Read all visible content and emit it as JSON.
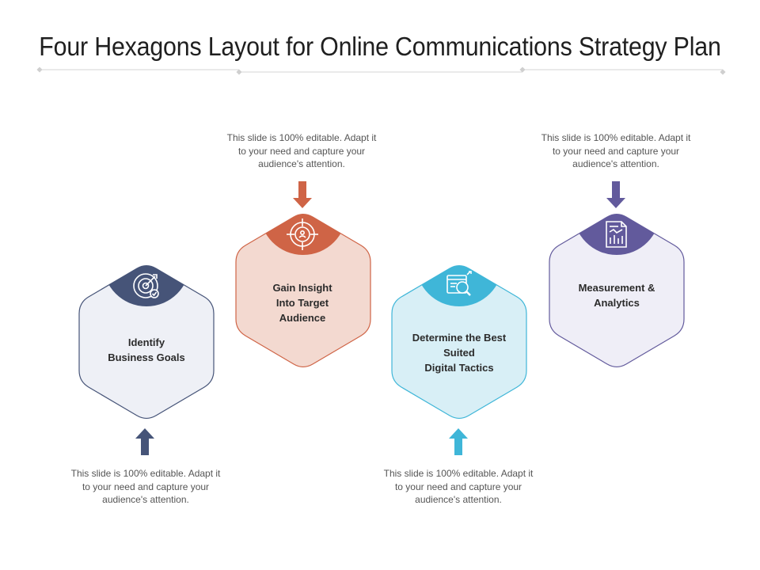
{
  "title": "Four Hexagons Layout for Online Communications Strategy Plan",
  "colors": {
    "navy": "#465478",
    "rust": "#cf6446",
    "cyan": "#3fb6d8",
    "purple": "#625a9c"
  },
  "steps": [
    {
      "label": "Identify Business Goals",
      "label_lines": [
        "Identify",
        "Business Goals"
      ],
      "icon": "target-arrow-check-icon",
      "description": "This slide is 100% editable. Adapt it to your need and capture your audience's attention."
    },
    {
      "label": "Gain Insight Into Target Audience",
      "label_lines": [
        "Gain Insight",
        "Into Target",
        "Audience"
      ],
      "icon": "crosshair-person-icon",
      "description": "This slide is 100% editable. Adapt it to your need and capture your audience's attention."
    },
    {
      "label": "Determine the Best Suited Digital Tactics",
      "label_lines": [
        "Determine the Best",
        "Suited",
        "Digital Tactics"
      ],
      "icon": "browser-magnifier-icon",
      "description": "This slide is 100% editable. Adapt it to your need and capture your audience's attention."
    },
    {
      "label": "Measurement & Analytics",
      "label_lines": [
        "Measurement &",
        "Analytics"
      ],
      "icon": "report-document-icon",
      "description": "This slide is 100% editable. Adapt it to your need and capture your audience's attention."
    }
  ]
}
